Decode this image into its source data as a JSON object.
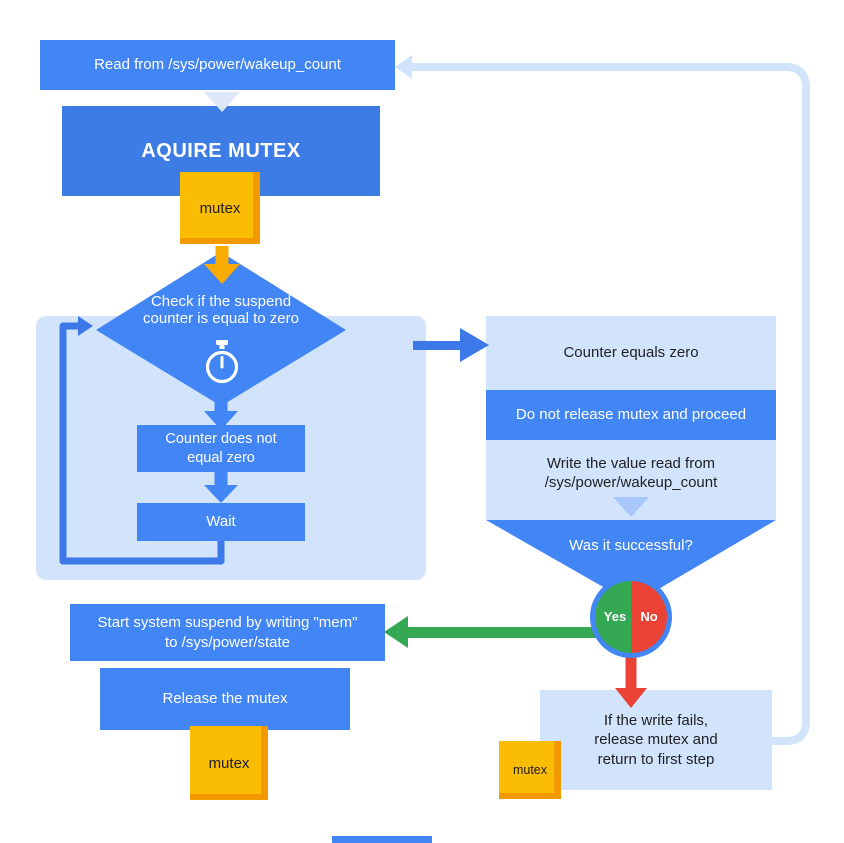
{
  "colors": {
    "flow_blue": "#4285F4",
    "flow_blue_dark": "#3C78E7",
    "panel_light_blue": "#D2E3FC",
    "chevron_light": "#DDE7F8",
    "chevron_mid": "#A8C7FA",
    "note_yellow": "#FBBC04",
    "note_shadow_orange": "#F29900",
    "arrow_orange": "#F9AB00",
    "yes_green": "#34A853",
    "no_red": "#EA4335",
    "text_dark": "#202124"
  },
  "icons": {
    "stopwatch": "stopwatch-icon"
  },
  "nodes": {
    "read_step": "Read from /sys/power/wakeup_count",
    "acquire_mutex": "AQUIRE MUTEX",
    "mutex_note_1": "mutex",
    "check_suspend_counter": "Check if the suspend\ncounter is equal to zero",
    "counter_not_zero": "Counter does not\nequal zero",
    "wait_step": "Wait",
    "counter_zero": "Counter equals zero",
    "do_not_release": "Do not release mutex and proceed",
    "write_value": "Write the value read from\n/sys/power/wakeup_count",
    "was_successful": "Was it successful?",
    "yes_label": "Yes",
    "no_label": "No",
    "start_suspend": "Start system suspend by writing \"mem\"\nto /sys/power/state",
    "release_mutex": "Release the mutex",
    "mutex_note_2": "mutex",
    "write_fails": "If the write fails,\nrelease mutex and\nreturn to first step",
    "mutex_note_3": "mutex"
  }
}
